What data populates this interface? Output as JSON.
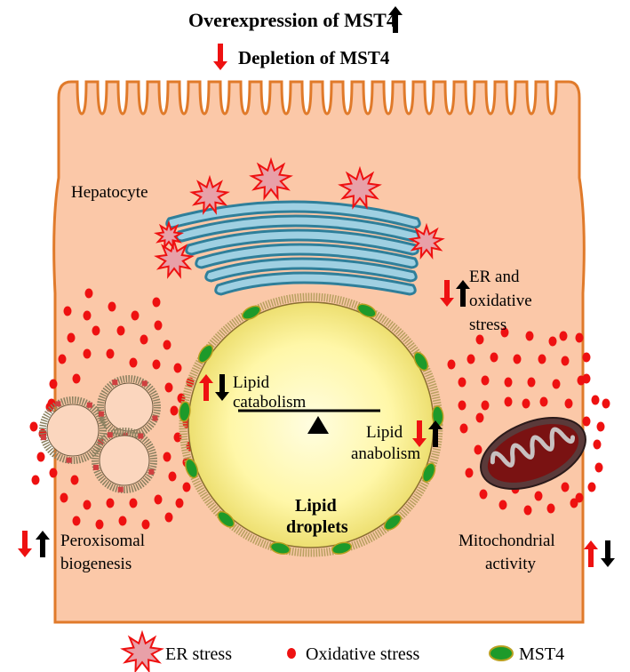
{
  "header": {
    "overexpression": "Overexpression of MST4",
    "depletion": "Depletion of MST4"
  },
  "labels": {
    "hepatocyte": "Hepatocyte",
    "er_stress_line1": "ER and",
    "er_stress_line2": "oxidative",
    "er_stress_line3": "stress",
    "lipid_catabolism_line1": "Lipid",
    "lipid_catabolism_line2": "catabolism",
    "lipid_anabolism_line1": "Lipid",
    "lipid_anabolism_line2": "anabolism",
    "lipid_droplets_line1": "Lipid",
    "lipid_droplets_line2": "droplets",
    "peroxisomal_line1": "Peroxisomal",
    "peroxisomal_line2": "biogenesis",
    "mito_line1": "Mitochondrial",
    "mito_line2": "activity"
  },
  "legend": {
    "er_stress": "ER stress",
    "oxidative_stress": "Oxidative stress",
    "mst4": "MST4"
  },
  "colors": {
    "cell_fill": "#fbc8a8",
    "cell_border": "#e07a2a",
    "er_fill": "#9fd0e2",
    "er_stroke": "#2f7f9a",
    "stress_star": "#f0a0a8",
    "red": "#ee1111",
    "black": "#000000",
    "mst4": "#1d9a2a",
    "mito": "#7a1010"
  }
}
